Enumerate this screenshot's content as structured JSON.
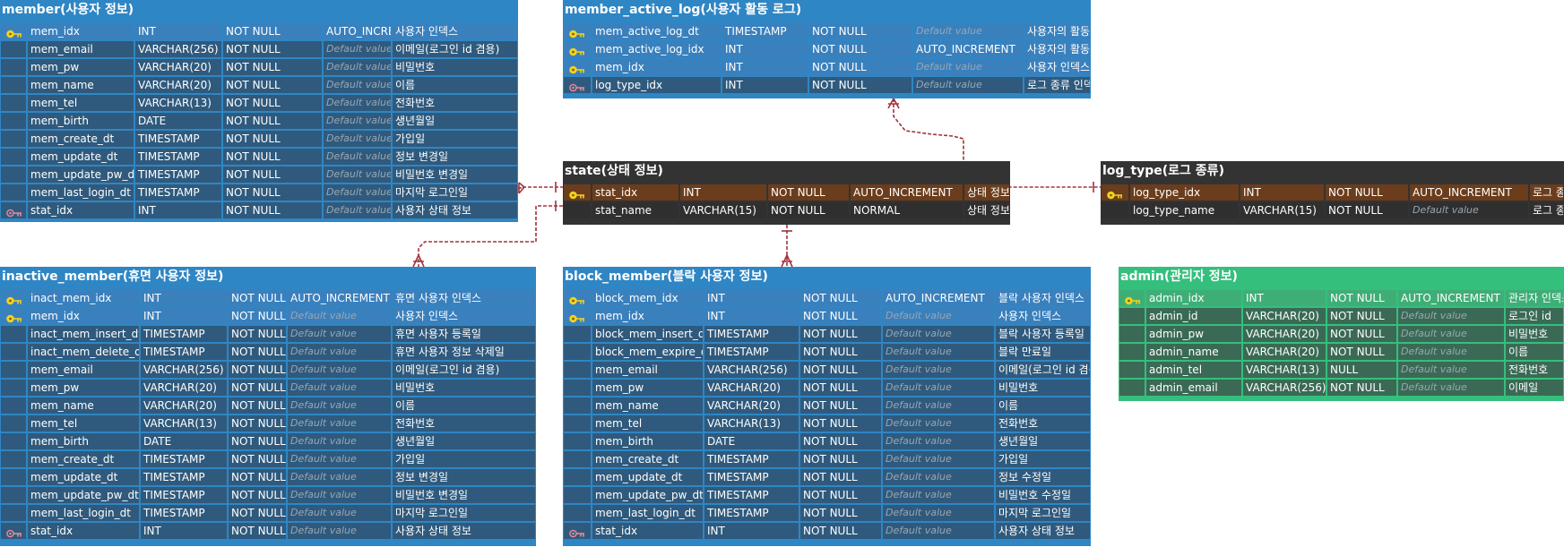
{
  "colors": {
    "blue_frame": "#2f86c4",
    "blue_row": "#2f5a7d",
    "blue_row_pk": "#3a80bd",
    "dark_frame": "#333333",
    "dark_row": "#2f2f2f",
    "dark_row_pk": "#6b3d1c",
    "green_frame": "#35bf7d",
    "green_row": "#3a6a55",
    "green_row_pk": "#3fae76",
    "relation_line": "#a3333b",
    "pk_icon": "#f2d11f",
    "fk_icon": "#e88a9b"
  },
  "tables": [
    {
      "id": "member",
      "title": "member(사용자 정보)",
      "theme": "blue",
      "rows": [
        {
          "icon": "pk",
          "name": "mem_idx",
          "type": "INT",
          "nullable": "NOT NULL",
          "default": "AUTO_INCREMENT",
          "comment": "사용자 인덱스"
        },
        {
          "icon": "",
          "name": "mem_email",
          "type": "VARCHAR(256)",
          "nullable": "NOT NULL",
          "default": "Default value",
          "comment": "이메일(로그인 id 겸용)"
        },
        {
          "icon": "",
          "name": "mem_pw",
          "type": "VARCHAR(20)",
          "nullable": "NOT NULL",
          "default": "Default value",
          "comment": "비밀번호"
        },
        {
          "icon": "",
          "name": "mem_name",
          "type": "VARCHAR(20)",
          "nullable": "NOT NULL",
          "default": "Default value",
          "comment": "이름"
        },
        {
          "icon": "",
          "name": "mem_tel",
          "type": "VARCHAR(13)",
          "nullable": "NOT NULL",
          "default": "Default value",
          "comment": "전화번호"
        },
        {
          "icon": "",
          "name": "mem_birth",
          "type": "DATE",
          "nullable": "NOT NULL",
          "default": "Default value",
          "comment": "생년월일"
        },
        {
          "icon": "",
          "name": "mem_create_dt",
          "type": "TIMESTAMP",
          "nullable": "NOT NULL",
          "default": "Default value",
          "comment": "가입일"
        },
        {
          "icon": "",
          "name": "mem_update_dt",
          "type": "TIMESTAMP",
          "nullable": "NOT NULL",
          "default": "Default value",
          "comment": "정보 변경일"
        },
        {
          "icon": "",
          "name": "mem_update_pw_dt",
          "type": "TIMESTAMP",
          "nullable": "NOT NULL",
          "default": "Default value",
          "comment": "비밀번호 변경일"
        },
        {
          "icon": "",
          "name": "mem_last_login_dt",
          "type": "TIMESTAMP",
          "nullable": "NOT NULL",
          "default": "Default value",
          "comment": "마지막 로그인일"
        },
        {
          "icon": "fk",
          "name": "stat_idx",
          "type": "INT",
          "nullable": "NOT NULL",
          "default": "Default value",
          "comment": "사용자 상태 정보"
        }
      ]
    },
    {
      "id": "member_active_log",
      "title": "member_active_log(사용자 활동 로그)",
      "theme": "blue",
      "rows": [
        {
          "icon": "pk",
          "name": "mem_active_log_dt",
          "type": "TIMESTAMP",
          "nullable": "NOT NULL",
          "default": "Default value",
          "comment": "사용자의 활동 로그(날짜)"
        },
        {
          "icon": "pk",
          "name": "mem_active_log_idx",
          "type": "INT",
          "nullable": "NOT NULL",
          "default": "AUTO_INCREMENT",
          "comment": "사용자의 활동 로그 인덱스"
        },
        {
          "icon": "pk",
          "name": "mem_idx",
          "type": "INT",
          "nullable": "NOT NULL",
          "default": "Default value",
          "comment": "사용자 인덱스"
        },
        {
          "icon": "fk",
          "name": "log_type_idx",
          "type": "INT",
          "nullable": "NOT NULL",
          "default": "Default value",
          "comment": "로그 종류 인덱스"
        }
      ]
    },
    {
      "id": "state",
      "title": "state(상태 정보)",
      "theme": "dark",
      "rows": [
        {
          "icon": "pk",
          "name": "stat_idx",
          "type": "INT",
          "nullable": "NOT NULL",
          "default": "AUTO_INCREMENT",
          "comment": "상태 정보 인덱스"
        },
        {
          "icon": "",
          "name": "stat_name",
          "type": "VARCHAR(15)",
          "nullable": "NOT NULL",
          "default": "NORMAL",
          "comment": "상태 정보 이름"
        }
      ]
    },
    {
      "id": "log_type",
      "title": "log_type(로그 종류)",
      "theme": "dark",
      "rows": [
        {
          "icon": "pk",
          "name": "log_type_idx",
          "type": "INT",
          "nullable": "NOT NULL",
          "default": "AUTO_INCREMENT",
          "comment": "로그 종류 인덱스"
        },
        {
          "icon": "",
          "name": "log_type_name",
          "type": "VARCHAR(15)",
          "nullable": "NOT NULL",
          "default": "Default value",
          "comment": "로그 종류 이름"
        }
      ]
    },
    {
      "id": "inactive_member",
      "title": "inactive_member(휴면 사용자 정보)",
      "theme": "blue",
      "rows": [
        {
          "icon": "pk",
          "name": "inact_mem_idx",
          "type": "INT",
          "nullable": "NOT NULL",
          "default": "AUTO_INCREMENT",
          "comment": "휴면 사용자 인덱스"
        },
        {
          "icon": "pk",
          "name": "mem_idx",
          "type": "INT",
          "nullable": "NOT NULL",
          "default": "Default value",
          "comment": "사용자 인덱스"
        },
        {
          "icon": "",
          "name": "inact_mem_insert_dt",
          "type": "TIMESTAMP",
          "nullable": "NOT NULL",
          "default": "Default value",
          "comment": "휴면 사용자 등록일"
        },
        {
          "icon": "",
          "name": "inact_mem_delete_dt",
          "type": "TIMESTAMP",
          "nullable": "NOT NULL",
          "default": "Default value",
          "comment": "휴면 사용자 정보 삭제일"
        },
        {
          "icon": "",
          "name": "mem_email",
          "type": "VARCHAR(256)",
          "nullable": "NOT NULL",
          "default": "Default value",
          "comment": "이메일(로그인 id 겸용)"
        },
        {
          "icon": "",
          "name": "mem_pw",
          "type": "VARCHAR(20)",
          "nullable": "NOT NULL",
          "default": "Default value",
          "comment": "비밀번호"
        },
        {
          "icon": "",
          "name": "mem_name",
          "type": "VARCHAR(20)",
          "nullable": "NOT NULL",
          "default": "Default value",
          "comment": "이름"
        },
        {
          "icon": "",
          "name": "mem_tel",
          "type": "VARCHAR(13)",
          "nullable": "NOT NULL",
          "default": "Default value",
          "comment": "전화번호"
        },
        {
          "icon": "",
          "name": "mem_birth",
          "type": "DATE",
          "nullable": "NOT NULL",
          "default": "Default value",
          "comment": "생년월일"
        },
        {
          "icon": "",
          "name": "mem_create_dt",
          "type": "TIMESTAMP",
          "nullable": "NOT NULL",
          "default": "Default value",
          "comment": "가입일"
        },
        {
          "icon": "",
          "name": "mem_update_dt",
          "type": "TIMESTAMP",
          "nullable": "NOT NULL",
          "default": "Default value",
          "comment": "정보 변경일"
        },
        {
          "icon": "",
          "name": "mem_update_pw_dt",
          "type": "TIMESTAMP",
          "nullable": "NOT NULL",
          "default": "Default value",
          "comment": "비밀번호 변경일"
        },
        {
          "icon": "",
          "name": "mem_last_login_dt",
          "type": "TIMESTAMP",
          "nullable": "NOT NULL",
          "default": "Default value",
          "comment": "마지막 로그인일"
        },
        {
          "icon": "fk",
          "name": "stat_idx",
          "type": "INT",
          "nullable": "NOT NULL",
          "default": "Default value",
          "comment": "사용자 상태 정보"
        }
      ]
    },
    {
      "id": "block_member",
      "title": "block_member(블락 사용자 정보)",
      "theme": "blue",
      "rows": [
        {
          "icon": "pk",
          "name": "block_mem_idx",
          "type": "INT",
          "nullable": "NOT NULL",
          "default": "AUTO_INCREMENT",
          "comment": "블락 사용자 인덱스"
        },
        {
          "icon": "pk",
          "name": "mem_idx",
          "type": "INT",
          "nullable": "NOT NULL",
          "default": "Default value",
          "comment": "사용자 인덱스"
        },
        {
          "icon": "",
          "name": "block_mem_insert_dt",
          "type": "TIMESTAMP",
          "nullable": "NOT NULL",
          "default": "Default value",
          "comment": "블락 사용자 등록일"
        },
        {
          "icon": "",
          "name": "block_mem_expire_dt",
          "type": "TIMESTAMP",
          "nullable": "NOT NULL",
          "default": "Default value",
          "comment": "블락 만료일"
        },
        {
          "icon": "",
          "name": "mem_email",
          "type": "VARCHAR(256)",
          "nullable": "NOT NULL",
          "default": "Default value",
          "comment": "이메일(로그인 id 겸용)"
        },
        {
          "icon": "",
          "name": "mem_pw",
          "type": "VARCHAR(20)",
          "nullable": "NOT NULL",
          "default": "Default value",
          "comment": "비밀번호"
        },
        {
          "icon": "",
          "name": "mem_name",
          "type": "VARCHAR(20)",
          "nullable": "NOT NULL",
          "default": "Default value",
          "comment": "이름"
        },
        {
          "icon": "",
          "name": "mem_tel",
          "type": "VARCHAR(13)",
          "nullable": "NOT NULL",
          "default": "Default value",
          "comment": "전화번호"
        },
        {
          "icon": "",
          "name": "mem_birth",
          "type": "DATE",
          "nullable": "NOT NULL",
          "default": "Default value",
          "comment": "생년월일"
        },
        {
          "icon": "",
          "name": "mem_create_dt",
          "type": "TIMESTAMP",
          "nullable": "NOT NULL",
          "default": "Default value",
          "comment": "가입일"
        },
        {
          "icon": "",
          "name": "mem_update_dt",
          "type": "TIMESTAMP",
          "nullable": "NOT NULL",
          "default": "Default value",
          "comment": "정보 수정일"
        },
        {
          "icon": "",
          "name": "mem_update_pw_dt",
          "type": "TIMESTAMP",
          "nullable": "NOT NULL",
          "default": "Default value",
          "comment": "비밀번호 수정일"
        },
        {
          "icon": "",
          "name": "mem_last_login_dt",
          "type": "TIMESTAMP",
          "nullable": "NOT NULL",
          "default": "Default value",
          "comment": "마지막 로그인일"
        },
        {
          "icon": "fk",
          "name": "stat_idx",
          "type": "INT",
          "nullable": "NOT NULL",
          "default": "Default value",
          "comment": "사용자 상태 정보"
        }
      ]
    },
    {
      "id": "admin",
      "title": "admin(관리자 정보)",
      "theme": "green",
      "rows": [
        {
          "icon": "pk",
          "name": "admin_idx",
          "type": "INT",
          "nullable": "NOT NULL",
          "default": "AUTO_INCREMENT",
          "comment": "관리자 인덱스"
        },
        {
          "icon": "",
          "name": "admin_id",
          "type": "VARCHAR(20)",
          "nullable": "NOT NULL",
          "default": "Default value",
          "comment": "로그인 id"
        },
        {
          "icon": "",
          "name": "admin_pw",
          "type": "VARCHAR(20)",
          "nullable": "NOT NULL",
          "default": "Default value",
          "comment": "비밀번호"
        },
        {
          "icon": "",
          "name": "admin_name",
          "type": "VARCHAR(20)",
          "nullable": "NOT NULL",
          "default": "Default value",
          "comment": "이름"
        },
        {
          "icon": "",
          "name": "admin_tel",
          "type": "VARCHAR(13)",
          "nullable": "NULL",
          "default": "Default value",
          "comment": "전화번호"
        },
        {
          "icon": "",
          "name": "admin_email",
          "type": "VARCHAR(256)",
          "nullable": "NOT NULL",
          "default": "Default value",
          "comment": "이메일"
        }
      ]
    }
  ],
  "relations": [
    {
      "from": "state",
      "to": "member",
      "label": ""
    },
    {
      "from": "state",
      "to": "inactive_member",
      "label": ""
    },
    {
      "from": "state",
      "to": "block_member",
      "label": ""
    },
    {
      "from": "log_type",
      "to": "member_active_log",
      "label": ""
    }
  ]
}
